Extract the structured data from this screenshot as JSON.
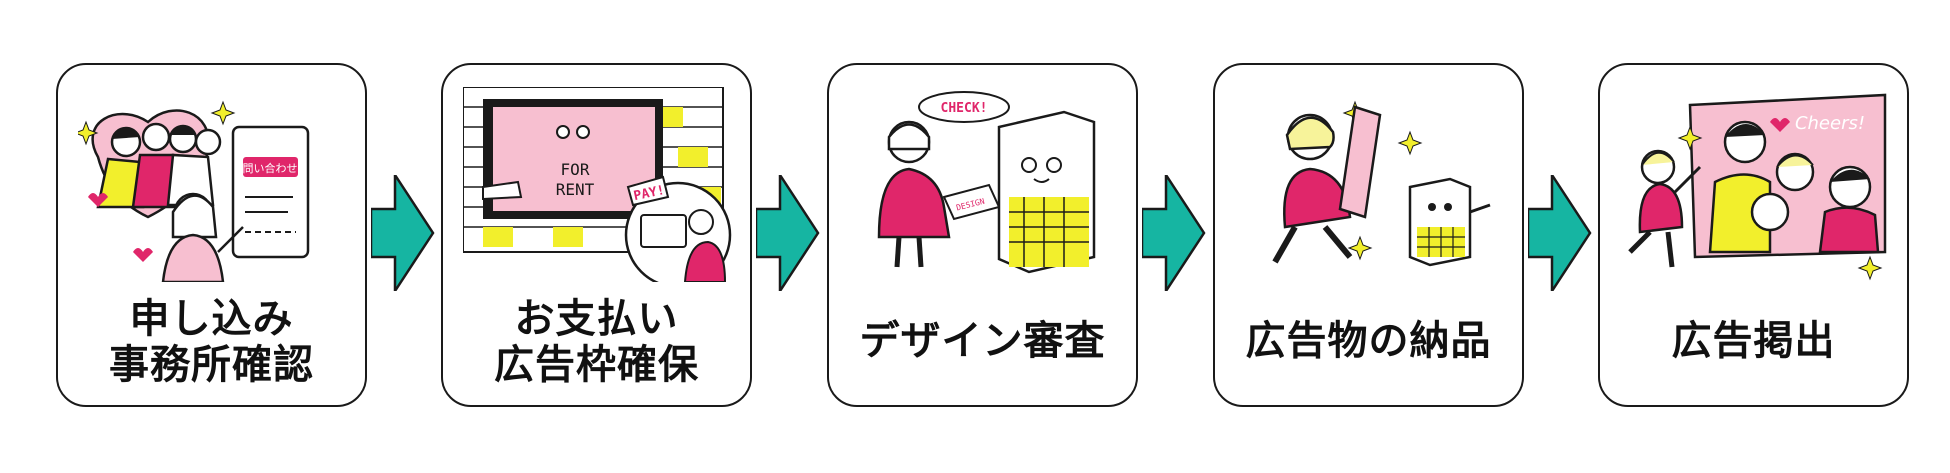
{
  "colors": {
    "border": "#1a1a1a",
    "arrow": "#16b5a2",
    "pink": "#f7bfd0",
    "magenta": "#e0266a",
    "yellow": "#f2ef2c",
    "yellow_light": "#f7f39a"
  },
  "steps": [
    {
      "id": "apply",
      "lines": [
        "申し込み",
        "事務所確認"
      ],
      "illustration": "group-of-fans-and-inquiry-tablet",
      "sign_text": "問い合わせ"
    },
    {
      "id": "payment",
      "lines": [
        "お支払い",
        "広告枠確保"
      ],
      "illustration": "for-rent-billboard-and-payment",
      "billboard_text": [
        "FOR",
        "RENT"
      ],
      "bubble_text": "PAY!"
    },
    {
      "id": "design",
      "lines": [
        "デザイン審査"
      ],
      "illustration": "design-review-handshake",
      "bubble_text": "CHECK!",
      "paper_text": "DESIGN"
    },
    {
      "id": "delivery",
      "lines": [
        "広告物の納品"
      ],
      "illustration": "person-delivering-poster-roll"
    },
    {
      "id": "posting",
      "lines": [
        "広告掲出"
      ],
      "illustration": "fans-cheering-at-billboard",
      "billboard_text": "Cheers!"
    }
  ]
}
